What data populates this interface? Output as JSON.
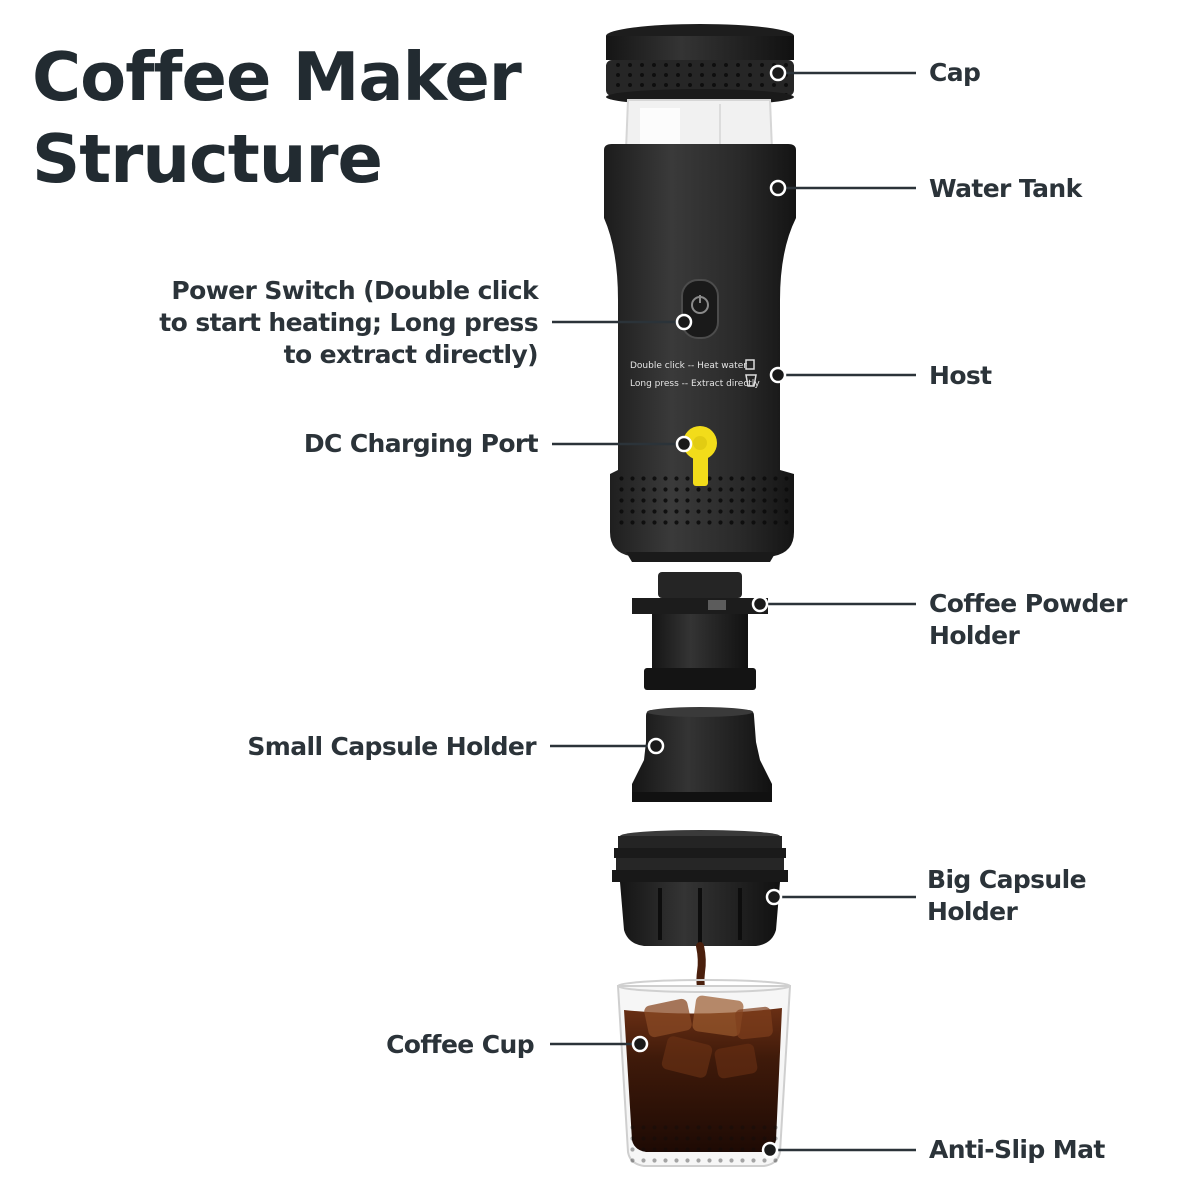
{
  "title": {
    "line1": "Coffee Maker",
    "line2": "Structure"
  },
  "labels": {
    "cap": "Cap",
    "water_tank": "Water Tank",
    "power_switch": {
      "line1": "Power Switch (Double click",
      "line2": "to start heating; Long press",
      "line3": "to extract directly)"
    },
    "host": "Host",
    "dc_port": "DC Charging Port",
    "coffee_powder_holder": {
      "line1": "Coffee Powder",
      "line2": "Holder"
    },
    "small_capsule_holder": "Small Capsule Holder",
    "big_capsule_holder": {
      "line1": "Big Capsule",
      "line2": "Holder"
    },
    "coffee_cup": "Coffee Cup",
    "anti_slip_mat": "Anti-Slip Mat"
  },
  "device_print": {
    "double_click": "Double click -- Heat water",
    "long_press": "Long press -- Extract directly"
  },
  "colors": {
    "device_body": "#2c2c2c",
    "accent_yellow": "#f2dc1a",
    "coffee": "#3a1a0c",
    "text": "#2b3339"
  }
}
